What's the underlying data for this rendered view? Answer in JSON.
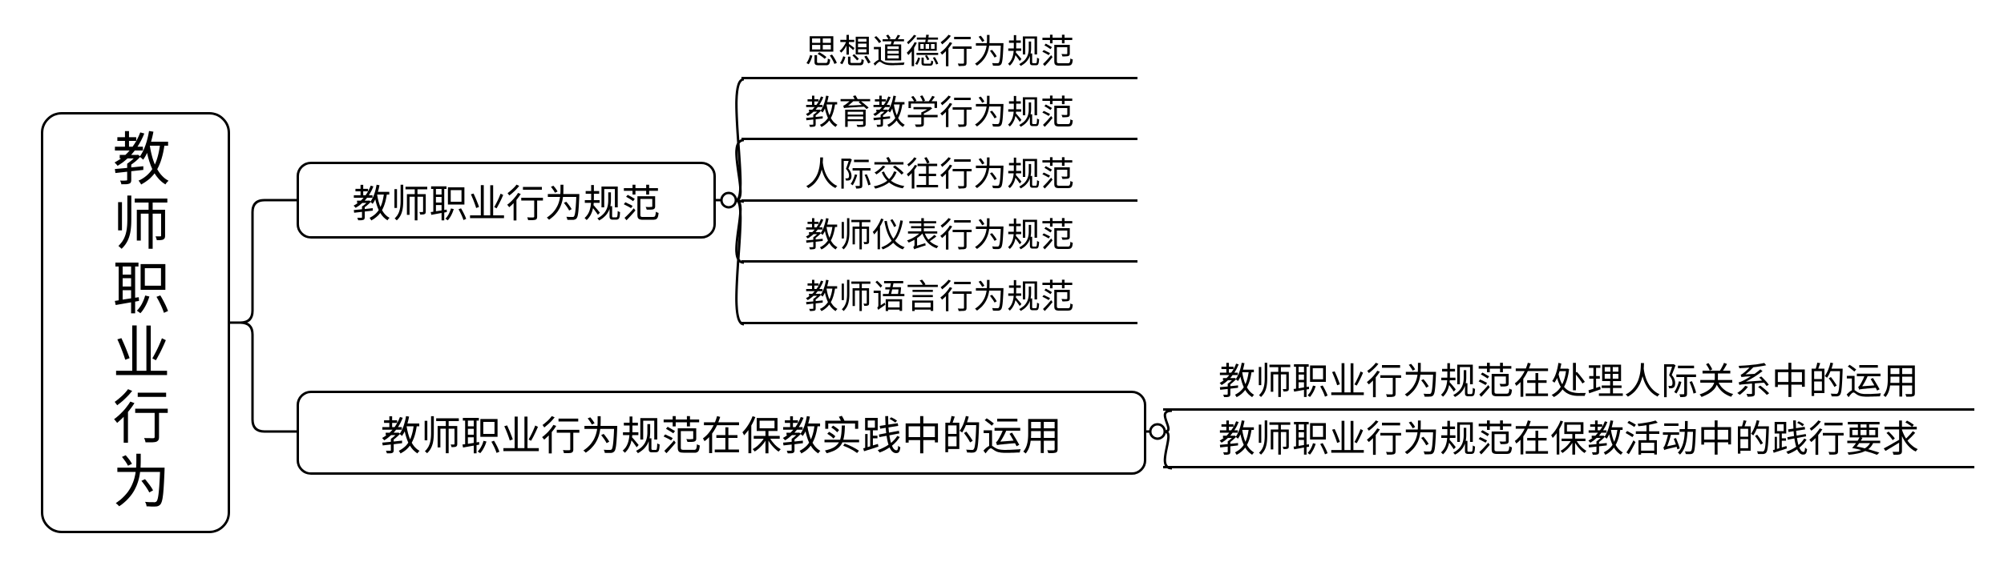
{
  "diagram": {
    "type": "mindmap",
    "line_color": "#000000",
    "background": "#ffffff"
  },
  "root": {
    "label": "教师职业行为"
  },
  "branches": [
    {
      "label": "教师职业行为规范",
      "children": [
        "思想道德行为规范",
        "教育教学行为规范",
        "人际交往行为规范",
        "教师仪表行为规范",
        "教师语言行为规范"
      ]
    },
    {
      "label": "教师职业行为规范在保教实践中的运用",
      "children": [
        "教师职业行为规范在处理人际关系中的运用",
        "教师职业行为规范在保教活动中的践行要求"
      ]
    }
  ]
}
